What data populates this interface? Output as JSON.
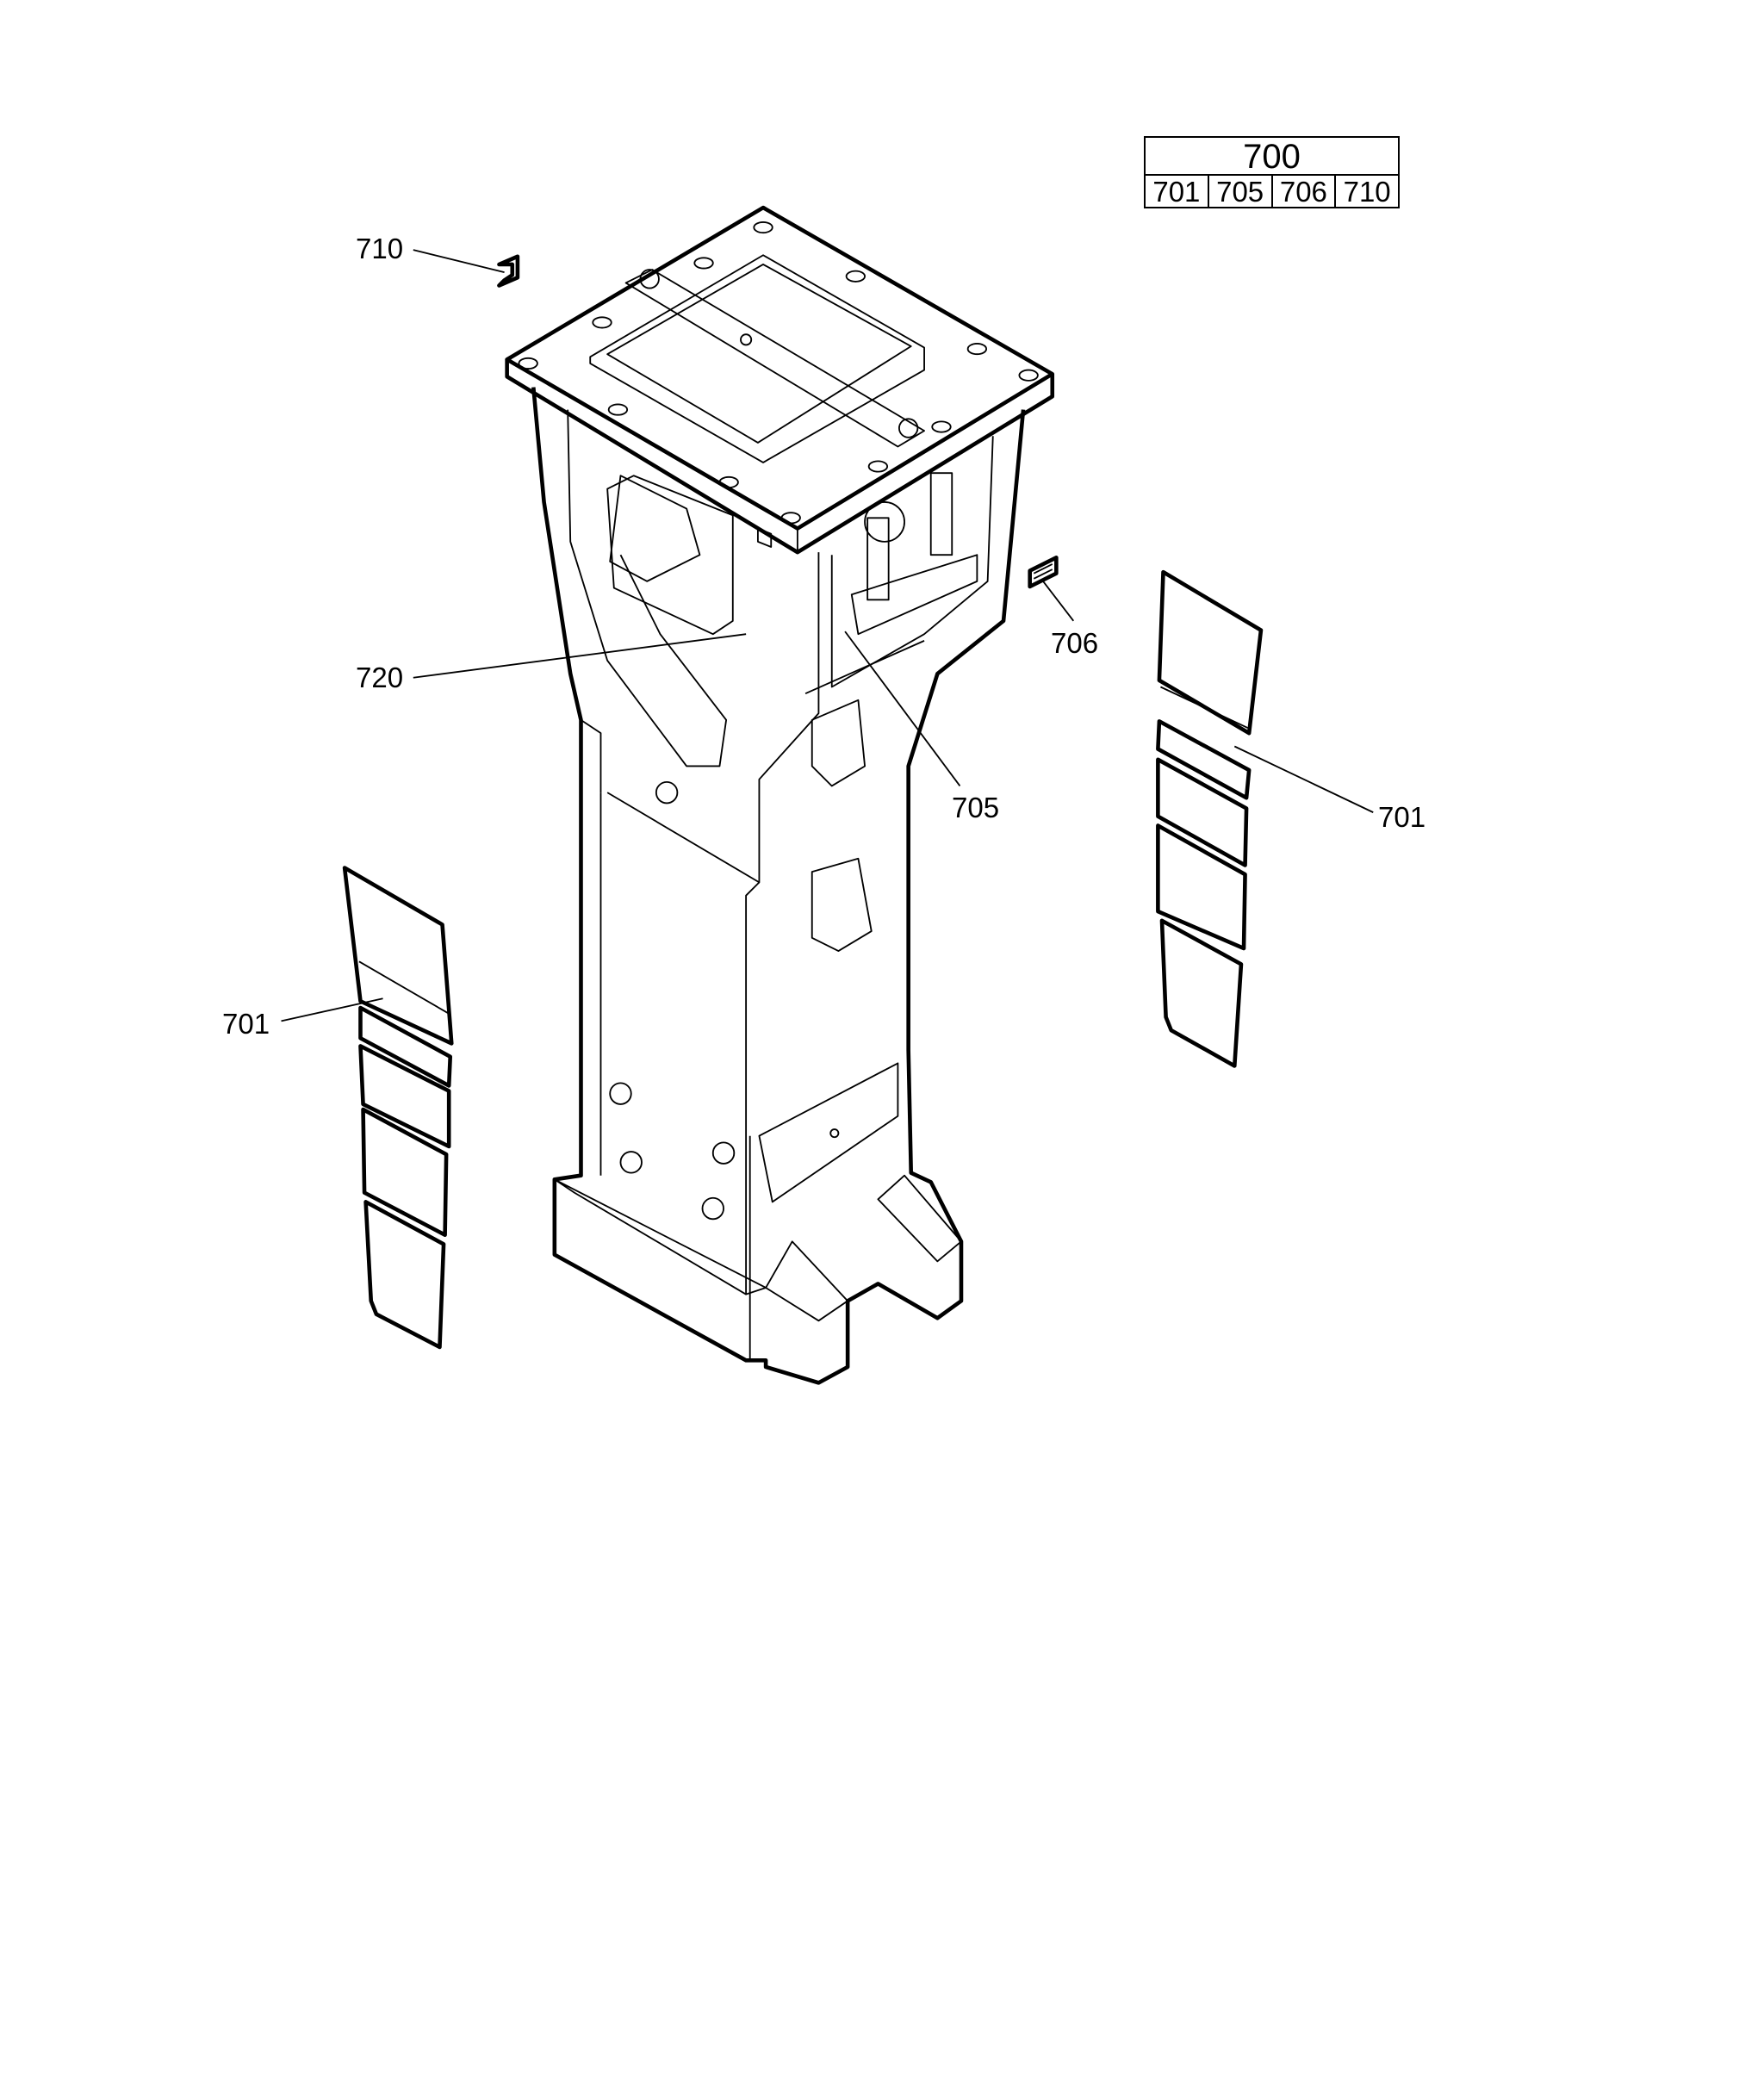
{
  "parts_table": {
    "assembly": "700",
    "items": [
      "701",
      "705",
      "706",
      "710"
    ]
  },
  "callouts": {
    "c710": "710",
    "c720": "720",
    "c706": "706",
    "c705": "705",
    "c701_right": "701",
    "c701_left": "701"
  }
}
